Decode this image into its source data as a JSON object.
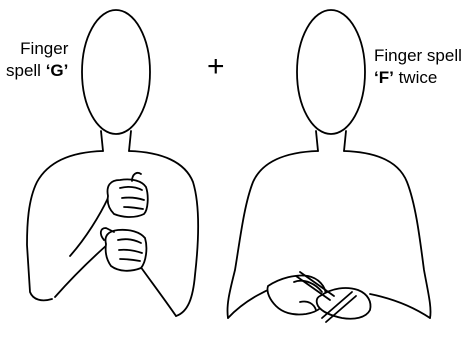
{
  "left_caption": {
    "line1": "Finger",
    "line2_prefix": "spell ",
    "line2_bold": "‘G’"
  },
  "operator": "+",
  "right_caption": {
    "line1": "Finger spell",
    "line2_bold": "‘F’",
    "line2_suffix": " twice"
  },
  "colors": {
    "stroke": "#000000",
    "background": "#ffffff"
  }
}
